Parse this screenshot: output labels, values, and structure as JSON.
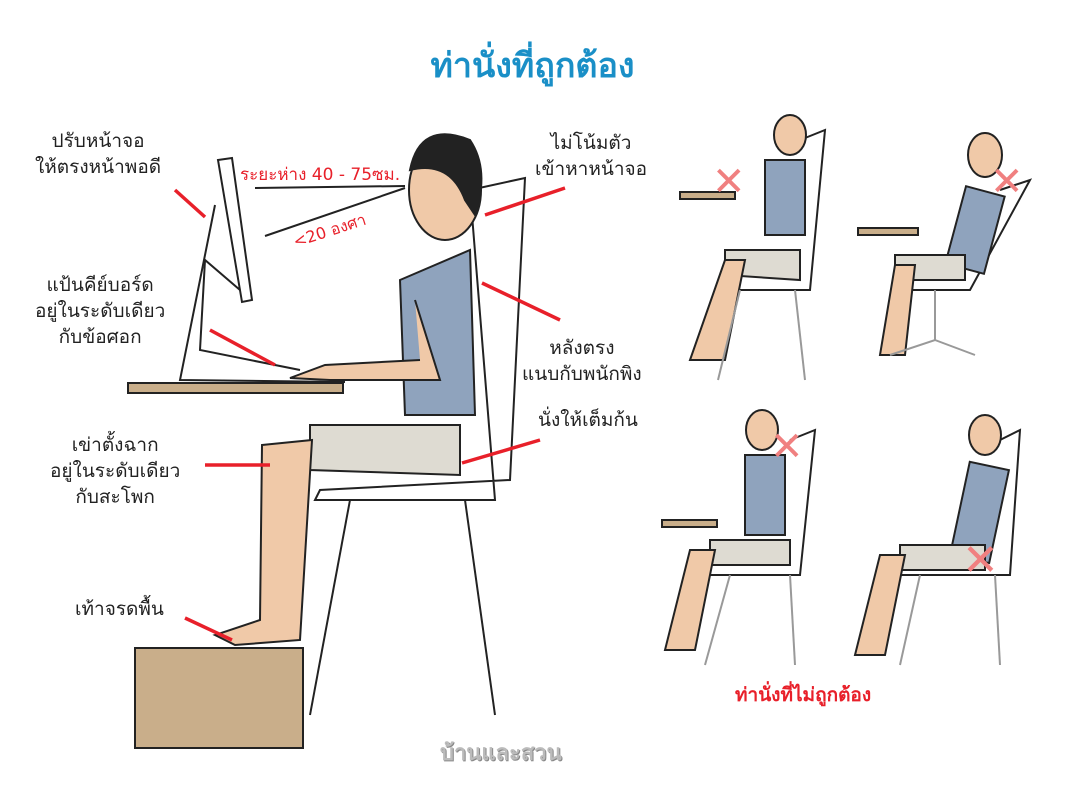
{
  "title": "ท่านั่งที่ถูกต้อง",
  "labels": {
    "monitor": [
      "ปรับหน้าจอ",
      "ให้ตรงหน้าพอดี"
    ],
    "distance": "ระยะห่าง 40 - 75ซม.",
    "angle": "<20 องศา",
    "keyboard": [
      "แป้นคีย์บอร์ด",
      "อยู่ในระดับเดียว",
      "กับข้อศอก"
    ],
    "knee": [
      "เข่าตั้งฉาก",
      "อยู่ในระดับเดียว",
      "กับสะโพก"
    ],
    "feet": "เท้าจรดพื้น",
    "lean": [
      "ไม่โน้มตัว",
      "เข้าหาหน้าจอ"
    ],
    "back": [
      "หลังตรง",
      "แนบกับพนักพิง"
    ],
    "seat": "นั่งให้เต็มก้น"
  },
  "wrong_title": "ท่านั่งที่ไม่ถูกต้อง",
  "watermark": "บ้านและสวน",
  "colors": {
    "title": "#1a8fc7",
    "accent": "#e8202a",
    "shirt": "#8fa3bd",
    "skin": "#f0c9a8",
    "pants": "#dedbd2",
    "desk": "#c9ae8a"
  }
}
